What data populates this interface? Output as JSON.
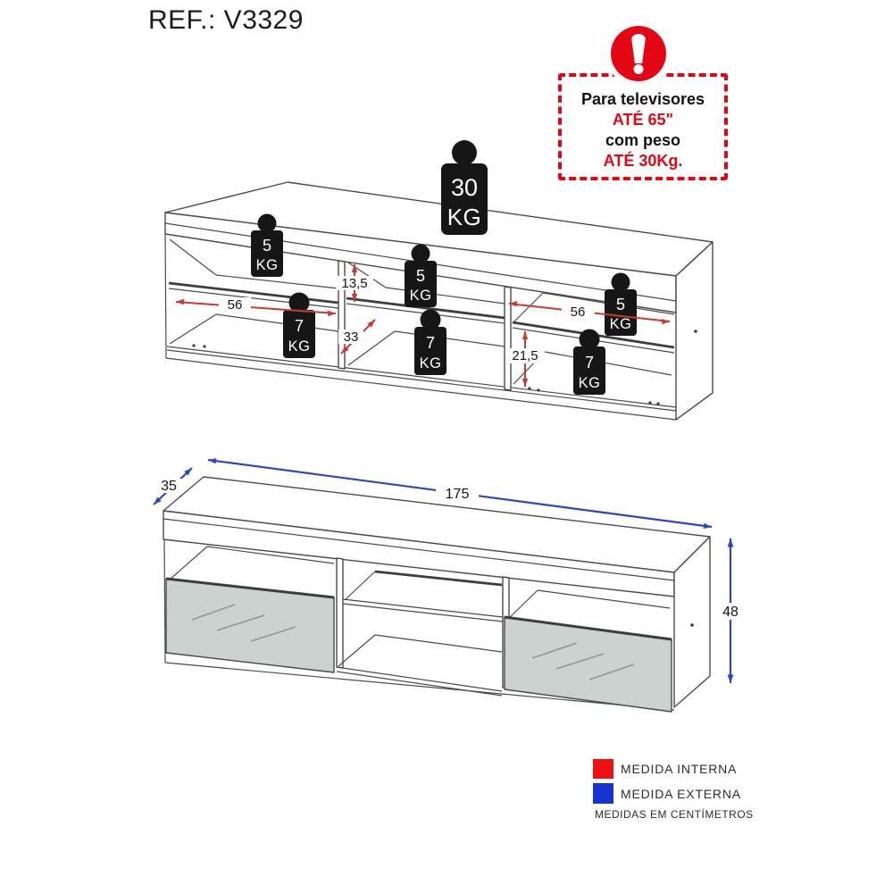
{
  "page": {
    "title_ref": "REF.: V3329"
  },
  "warning_box": {
    "icon": "exclamation-icon",
    "lines": [
      {
        "text": "Para televisores",
        "color": "#121212"
      },
      {
        "text": "ATÉ 65\"",
        "color": "#e30613"
      },
      {
        "text": "com peso",
        "color": "#121212"
      },
      {
        "text": "ATÉ 30Kg.",
        "color": "#e30613"
      }
    ]
  },
  "top_diagram": {
    "description": "weight capacity diagram",
    "weights": {
      "top": {
        "value": "30",
        "unit": "KG"
      },
      "left_shelf": {
        "value": "5",
        "unit": "KG"
      },
      "middle_shelf": {
        "value": "5",
        "unit": "KG"
      },
      "right_shelf": {
        "value": "5",
        "unit": "KG"
      },
      "left_bottom": {
        "value": "7",
        "unit": "KG"
      },
      "middle_bottom": {
        "value": "7",
        "unit": "KG"
      },
      "right_bottom": {
        "value": "7",
        "unit": "KG"
      }
    },
    "dimensions": {
      "left_internal_width": "56",
      "middle_shelf_height": "13,5",
      "middle_depth": "33",
      "right_internal_width": "56",
      "right_bottom_height": "21,5"
    }
  },
  "bottom_diagram": {
    "description": "external dimensions diagram",
    "dimensions": {
      "depth": "35",
      "width": "175",
      "height": "48"
    }
  },
  "legend": {
    "items": [
      {
        "label": "MEDIDA INTERNA",
        "color": "#ee1111"
      },
      {
        "label": "MEDIDA EXTERNA",
        "color": "#1734d3"
      }
    ],
    "note": "MEDIDAS EM CENTÍMETROS"
  },
  "colors": {
    "dimension_internal_red": "#c93a30",
    "dimension_external_blue": "#2e44c4",
    "warning_red": "#e30613"
  }
}
